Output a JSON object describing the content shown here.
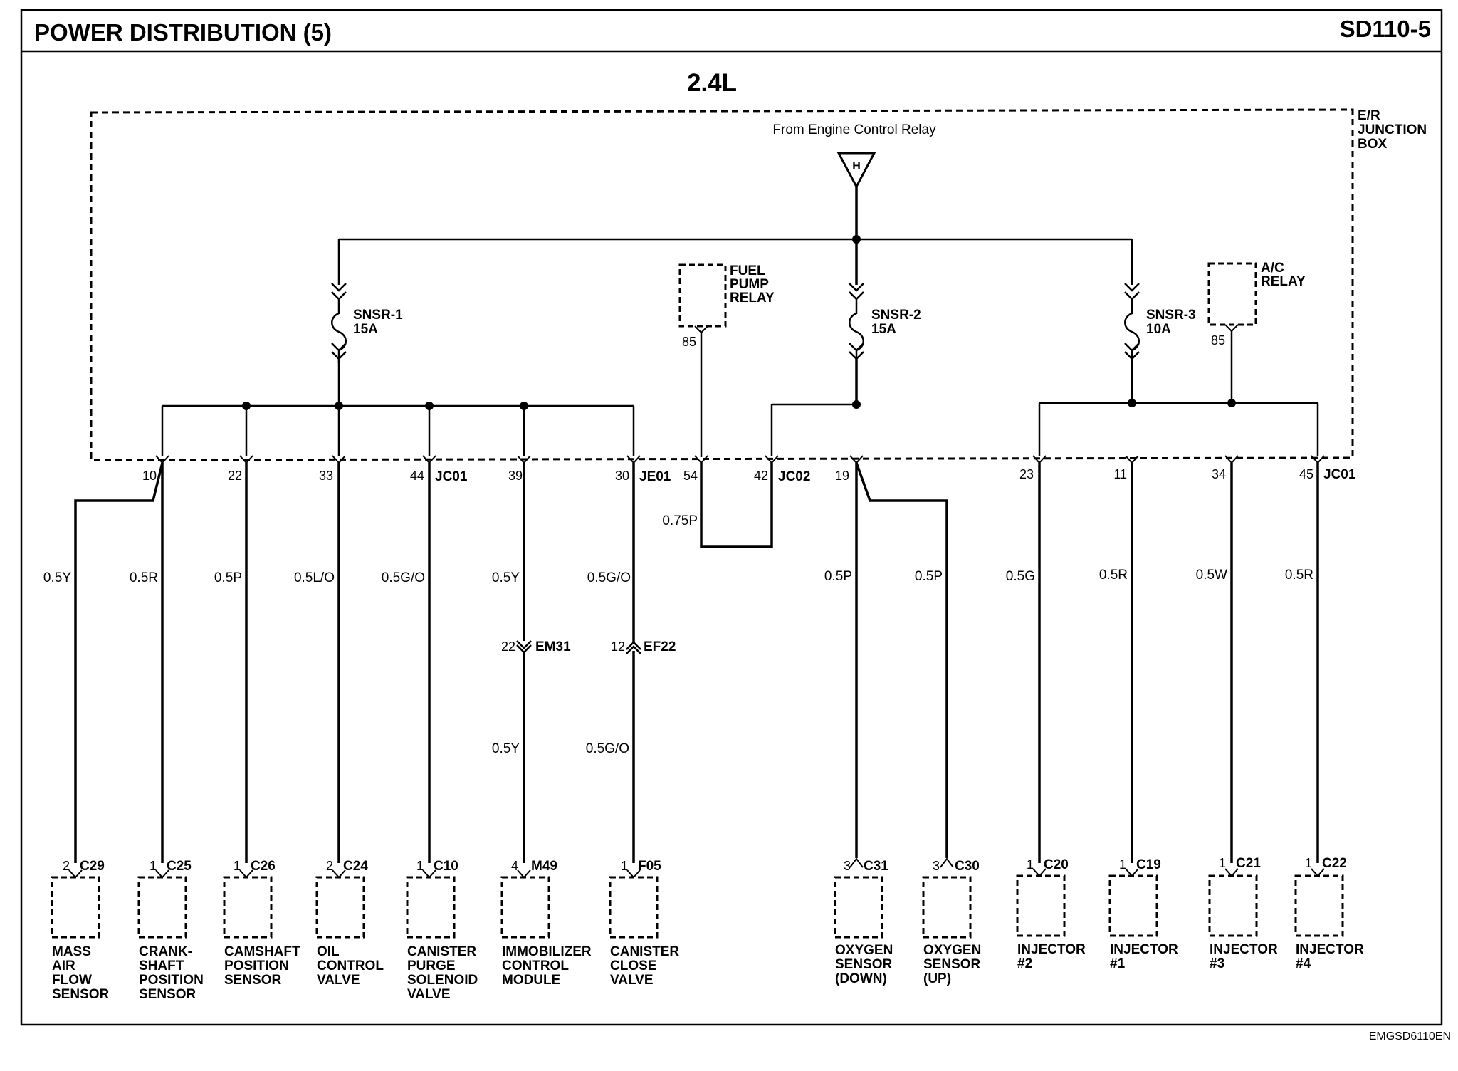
{
  "header": {
    "title": "POWER DISTRIBUTION (5)",
    "code": "SD110-5"
  },
  "diagram": {
    "engine": "2.4L",
    "junction_box_label": [
      "E/R",
      "JUNCTION",
      "BOX"
    ],
    "source_label": "From Engine Control Relay",
    "source_connector": "H",
    "fuses": [
      {
        "name": "SNSR-1",
        "rating": "15A"
      },
      {
        "name": "SNSR-2",
        "rating": "15A"
      },
      {
        "name": "SNSR-3",
        "rating": "10A"
      }
    ],
    "relays": [
      {
        "lines": [
          "FUEL",
          "PUMP",
          "RELAY"
        ],
        "pin": "85"
      },
      {
        "lines": [
          "A/C",
          "RELAY"
        ],
        "pin": "85"
      }
    ],
    "junction_pins": [
      {
        "pin": "10",
        "connector": ""
      },
      {
        "pin": "22",
        "connector": ""
      },
      {
        "pin": "33",
        "connector": ""
      },
      {
        "pin": "44",
        "connector": "JC01"
      },
      {
        "pin": "39",
        "connector": ""
      },
      {
        "pin": "30",
        "connector": "JE01"
      },
      {
        "pin": "54",
        "connector": ""
      },
      {
        "pin": "42",
        "connector": "JC02"
      },
      {
        "pin": "19",
        "connector": ""
      },
      {
        "pin": "23",
        "connector": ""
      },
      {
        "pin": "11",
        "connector": ""
      },
      {
        "pin": "34",
        "connector": ""
      },
      {
        "pin": "45",
        "connector": "JC01"
      }
    ],
    "jumper_wire": "0.75P",
    "wires": [
      "0.5Y",
      "0.5R",
      "0.5P",
      "0.5L/O",
      "0.5G/O",
      "0.5Y",
      "0.5G/O",
      "0.5P",
      "0.5P",
      "0.5G",
      "0.5R",
      "0.5W",
      "0.5R"
    ],
    "inline_connectors": [
      {
        "pin": "22",
        "name": "EM31",
        "wire_below": "0.5Y"
      },
      {
        "pin": "12",
        "name": "EF22",
        "wire_below": "0.5G/O"
      }
    ],
    "components": [
      {
        "pin": "2",
        "connector": "C29",
        "lines": [
          "MASS",
          "AIR",
          "FLOW",
          "SENSOR"
        ]
      },
      {
        "pin": "1",
        "connector": "C25",
        "lines": [
          "CRANK-",
          "SHAFT",
          "POSITION",
          "SENSOR"
        ]
      },
      {
        "pin": "1",
        "connector": "C26",
        "lines": [
          "CAMSHAFT",
          "POSITION",
          "SENSOR"
        ]
      },
      {
        "pin": "2",
        "connector": "C24",
        "lines": [
          "OIL",
          "CONTROL",
          "VALVE"
        ]
      },
      {
        "pin": "1",
        "connector": "C10",
        "lines": [
          "CANISTER",
          "PURGE",
          "SOLENOID",
          "VALVE"
        ]
      },
      {
        "pin": "4",
        "connector": "M49",
        "lines": [
          "IMMOBILIZER",
          "CONTROL",
          "MODULE"
        ]
      },
      {
        "pin": "1",
        "connector": "F05",
        "lines": [
          "CANISTER",
          "CLOSE",
          "VALVE"
        ]
      },
      {
        "pin": "3",
        "connector": "C31",
        "lines": [
          "OXYGEN",
          "SENSOR",
          "(DOWN)"
        ]
      },
      {
        "pin": "3",
        "connector": "C30",
        "lines": [
          "OXYGEN",
          "SENSOR",
          "(UP)"
        ]
      },
      {
        "pin": "1",
        "connector": "C20",
        "lines": [
          "INJECTOR",
          "#2"
        ]
      },
      {
        "pin": "1",
        "connector": "C19",
        "lines": [
          "INJECTOR",
          "#1"
        ]
      },
      {
        "pin": "1",
        "connector": "C21",
        "lines": [
          "INJECTOR",
          "#3"
        ]
      },
      {
        "pin": "1",
        "connector": "C22",
        "lines": [
          "INJECTOR",
          "#4"
        ]
      }
    ]
  },
  "footer": {
    "code": "EMGSD6110EN"
  }
}
